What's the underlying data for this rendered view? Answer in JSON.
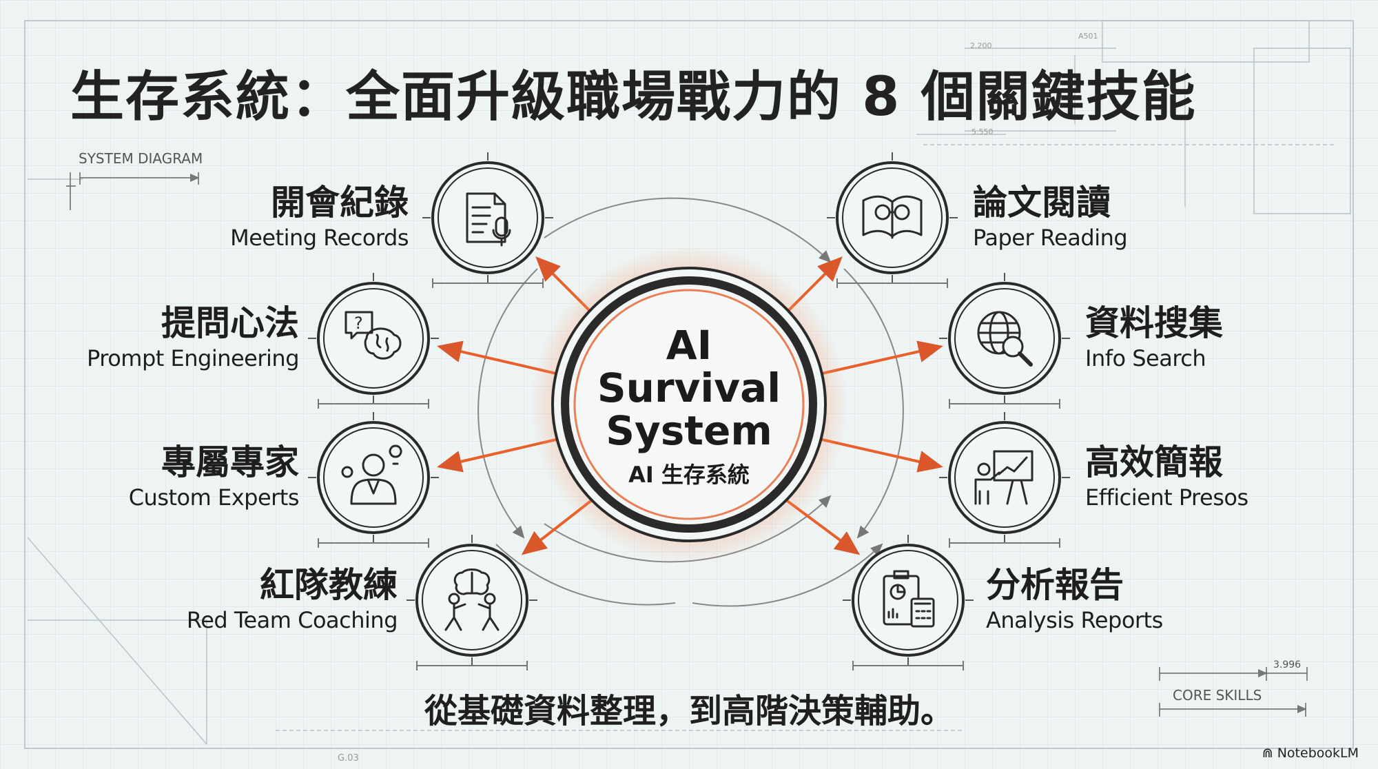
{
  "title": "生存系統：全面升級職場戰力的 8 個關鍵技能",
  "center": {
    "line1": "AI",
    "line2": "Survival",
    "line3": "System",
    "subtitle": "AI 生存系統"
  },
  "skills": [
    {
      "zh": "開會紀錄",
      "en": "Meeting Records",
      "icon": "document-microphone-icon"
    },
    {
      "zh": "提問心法",
      "en": "Prompt Engineering",
      "icon": "question-brain-icon"
    },
    {
      "zh": "專屬專家",
      "en": "Custom Experts",
      "icon": "expert-person-icon"
    },
    {
      "zh": "紅隊教練",
      "en": "Red Team Coaching",
      "icon": "sparring-brain-icon"
    },
    {
      "zh": "論文閱讀",
      "en": "Paper Reading",
      "icon": "book-glasses-icon"
    },
    {
      "zh": "資料搜集",
      "en": "Info Search",
      "icon": "globe-magnifier-icon"
    },
    {
      "zh": "高效簡報",
      "en": "Efficient Presos",
      "icon": "presenter-chart-icon"
    },
    {
      "zh": "分析報告",
      "en": "Analysis Reports",
      "icon": "clipboard-calculator-icon"
    }
  ],
  "tagline": "從基礎資料整理，到高階決策輔助。",
  "annotations": {
    "system_diagram": "SYSTEM DIAGRAM",
    "core_skills": "CORE SKILLS",
    "dim1": "3.996",
    "dim2": "2.200",
    "dim3": "5.550",
    "ref1": "A501",
    "ref2": "G.03"
  },
  "branding": "NotebookLM",
  "colors": {
    "accent": "#e8612c",
    "ink": "#2a2a2a",
    "grid": "#cfd9da",
    "background": "#eef3f3"
  }
}
